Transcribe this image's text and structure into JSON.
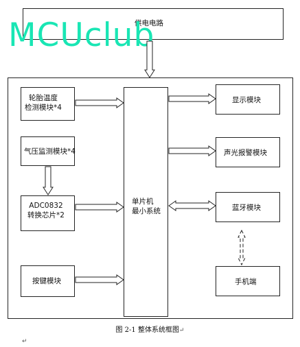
{
  "watermark": "MCUclub",
  "power": {
    "label": "供电电路"
  },
  "left": {
    "tire": {
      "label": "轮胎温度\n检测模块*4"
    },
    "pressure": {
      "label": "气压监测模块*4"
    },
    "adc": {
      "label": "ADC0832\n转换芯片*2"
    },
    "keys": {
      "label": "按键模块"
    }
  },
  "mcu": {
    "label": "单片机\n最小系统"
  },
  "right": {
    "display": {
      "label": "显示模块"
    },
    "alarm": {
      "label": "声光报警模块"
    },
    "bluetooth": {
      "label": "蓝牙模块"
    },
    "phone": {
      "label": "手机端"
    }
  },
  "caption": "图 2-1 整体系统框图",
  "para_mark": "↵"
}
